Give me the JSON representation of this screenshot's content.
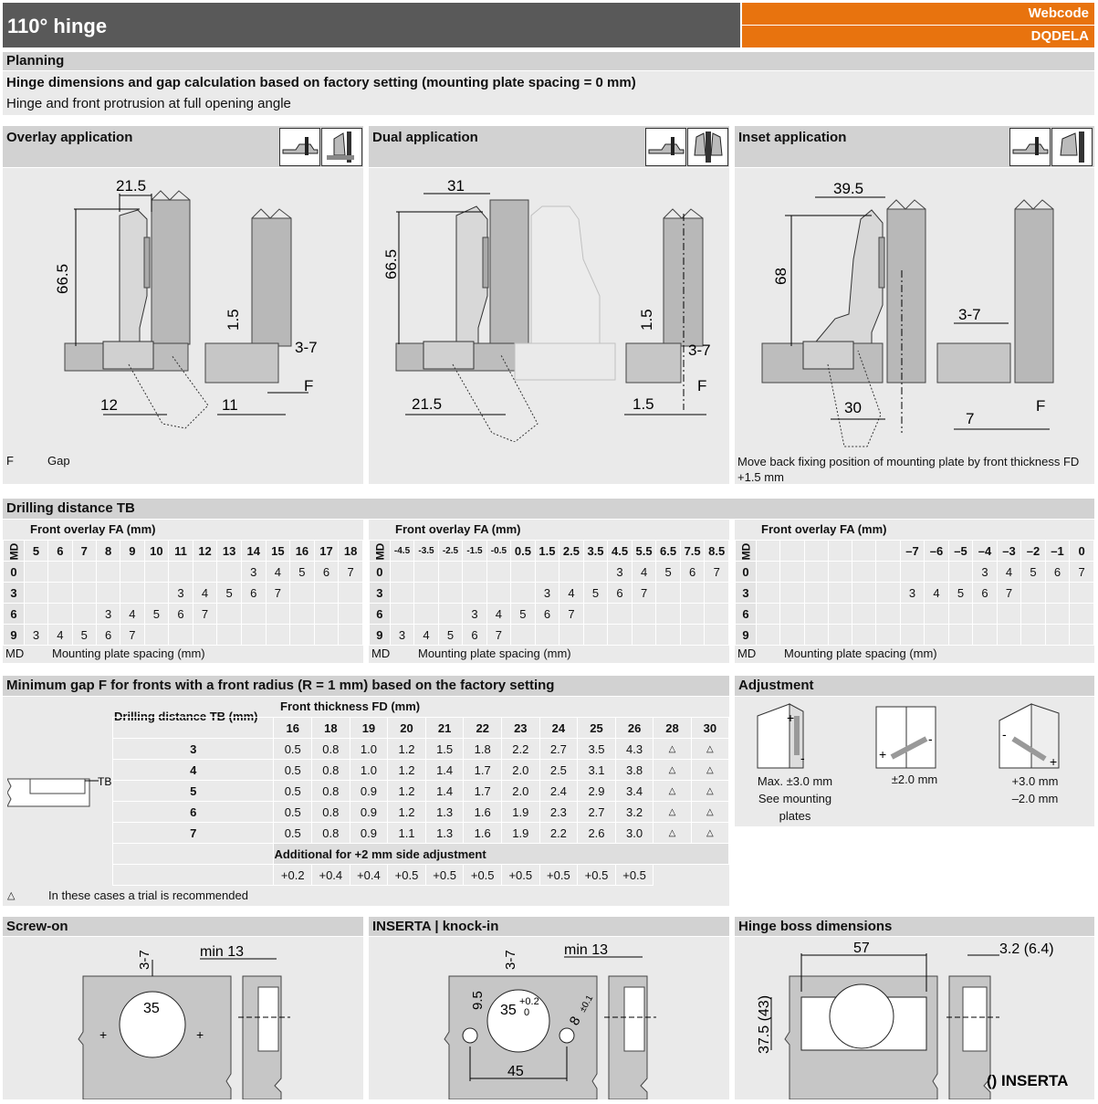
{
  "header": {
    "title": "110° hinge",
    "webcode_label": "Webcode",
    "webcode": "DQDELA"
  },
  "planning": {
    "title": "Planning",
    "subtitle": "Hinge dimensions and gap calculation based on factory setting (mounting plate spacing = 0 mm)",
    "note": "Hinge and front protrusion at full opening angle"
  },
  "applications": {
    "overlay": {
      "title": "Overlay application",
      "dims": {
        "w": "21.5",
        "h": "66.5",
        "d1": "1.5",
        "d2": "3-7",
        "f": "F",
        "a": "12",
        "b": "11"
      }
    },
    "dual": {
      "title": "Dual application",
      "dims": {
        "w": "31",
        "h": "66.5",
        "d1": "1.5",
        "d2": "3-7",
        "f": "F",
        "a": "21.5",
        "b": "1.5"
      }
    },
    "inset": {
      "title": "Inset application",
      "dims": {
        "w": "39.5",
        "h": "68",
        "d2": "3-7",
        "f": "F",
        "a": "30",
        "b": "7"
      }
    },
    "legend_key": "F",
    "legend_val": "Gap",
    "inset_note": "Move back fixing position of mounting plate by front thickness FD +1.5 mm"
  },
  "drilling": {
    "title": "Drilling distance TB",
    "fa_label": "Front overlay FA (mm)",
    "md_label": "MD",
    "md_desc": "Mounting plate spacing (mm)",
    "t1": {
      "cols": [
        "5",
        "6",
        "7",
        "8",
        "9",
        "10",
        "11",
        "12",
        "13",
        "14",
        "15",
        "16",
        "17",
        "18"
      ],
      "rows": [
        {
          "md": "0",
          "v": [
            "",
            "",
            "",
            "",
            "",
            "",
            "",
            "",
            "",
            "3",
            "4",
            "5",
            "6",
            "7"
          ]
        },
        {
          "md": "3",
          "v": [
            "",
            "",
            "",
            "",
            "",
            "",
            "3",
            "4",
            "5",
            "6",
            "7",
            "",
            "",
            ""
          ]
        },
        {
          "md": "6",
          "v": [
            "",
            "",
            "",
            "3",
            "4",
            "5",
            "6",
            "7",
            "",
            "",
            "",
            "",
            "",
            ""
          ]
        },
        {
          "md": "9",
          "v": [
            "3",
            "4",
            "5",
            "6",
            "7",
            "",
            "",
            "",
            "",
            "",
            "",
            "",
            "",
            ""
          ]
        }
      ]
    },
    "t2": {
      "cols": [
        "-4.5",
        "-3.5",
        "-2.5",
        "-1.5",
        "-0.5",
        "0.5",
        "1.5",
        "2.5",
        "3.5",
        "4.5",
        "5.5",
        "6.5",
        "7.5",
        "8.5"
      ],
      "rows": [
        {
          "md": "0",
          "v": [
            "",
            "",
            "",
            "",
            "",
            "",
            "",
            "",
            "",
            "3",
            "4",
            "5",
            "6",
            "7"
          ]
        },
        {
          "md": "3",
          "v": [
            "",
            "",
            "",
            "",
            "",
            "",
            "3",
            "4",
            "5",
            "6",
            "7",
            "",
            "",
            ""
          ]
        },
        {
          "md": "6",
          "v": [
            "",
            "",
            "",
            "3",
            "4",
            "5",
            "6",
            "7",
            "",
            "",
            "",
            "",
            "",
            ""
          ]
        },
        {
          "md": "9",
          "v": [
            "3",
            "4",
            "5",
            "6",
            "7",
            "",
            "",
            "",
            "",
            "",
            "",
            "",
            "",
            ""
          ]
        }
      ]
    },
    "t3": {
      "cols": [
        "",
        "",
        "",
        "",
        "",
        "",
        "–7",
        "–6",
        "–5",
        "–4",
        "–3",
        "–2",
        "–1",
        "0"
      ],
      "rows": [
        {
          "md": "0",
          "v": [
            "",
            "",
            "",
            "",
            "",
            "",
            "",
            "",
            "",
            "3",
            "4",
            "5",
            "6",
            "7"
          ]
        },
        {
          "md": "3",
          "v": [
            "",
            "",
            "",
            "",
            "",
            "",
            "3",
            "4",
            "5",
            "6",
            "7",
            "",
            "",
            ""
          ]
        },
        {
          "md": "6",
          "v": [
            "",
            "",
            "",
            "",
            "",
            "",
            "",
            "",
            "",
            "",
            "",
            "",
            "",
            ""
          ]
        },
        {
          "md": "9",
          "v": [
            "",
            "",
            "",
            "",
            "",
            "",
            "",
            "",
            "",
            "",
            "",
            "",
            "",
            ""
          ]
        }
      ]
    }
  },
  "gap": {
    "title": "Minimum gap F for fronts with a front radius (R = 1 mm) based on the factory setting",
    "tb_label": "Drilling distance TB (mm)",
    "fd_label": "Front thickness FD (mm)",
    "fd": [
      "16",
      "18",
      "19",
      "20",
      "21",
      "22",
      "23",
      "24",
      "25",
      "26",
      "28",
      "30"
    ],
    "rows": [
      {
        "tb": "3",
        "v": [
          "0.5",
          "0.8",
          "1.0",
          "1.2",
          "1.5",
          "1.8",
          "2.2",
          "2.7",
          "3.5",
          "4.3",
          "△",
          "△"
        ]
      },
      {
        "tb": "4",
        "v": [
          "0.5",
          "0.8",
          "1.0",
          "1.2",
          "1.4",
          "1.7",
          "2.0",
          "2.5",
          "3.1",
          "3.8",
          "△",
          "△"
        ]
      },
      {
        "tb": "5",
        "v": [
          "0.5",
          "0.8",
          "0.9",
          "1.2",
          "1.4",
          "1.7",
          "2.0",
          "2.4",
          "2.9",
          "3.4",
          "△",
          "△"
        ]
      },
      {
        "tb": "6",
        "v": [
          "0.5",
          "0.8",
          "0.9",
          "1.2",
          "1.3",
          "1.6",
          "1.9",
          "2.3",
          "2.7",
          "3.2",
          "△",
          "△"
        ]
      },
      {
        "tb": "7",
        "v": [
          "0.5",
          "0.8",
          "0.9",
          "1.1",
          "1.3",
          "1.6",
          "1.9",
          "2.2",
          "2.6",
          "3.0",
          "△",
          "△"
        ]
      }
    ],
    "add_label": "Additional for +2 mm side adjustment",
    "add": [
      "+0.2",
      "+0.4",
      "+0.4",
      "+0.5",
      "+0.5",
      "+0.5",
      "+0.5",
      "+0.5",
      "+0.5",
      "+0.5"
    ],
    "tb_tag": "TB",
    "note_sym": "△",
    "note": "In these cases a trial is recommended"
  },
  "adjustment": {
    "title": "Adjustment",
    "items": [
      {
        "l1": "Max. ±3.0 mm",
        "l2": "See mounting",
        "l3": "plates"
      },
      {
        "l1": "±2.0 mm",
        "l2": "",
        "l3": ""
      },
      {
        "l1": "+3.0 mm",
        "l2": "–2.0 mm",
        "l3": ""
      }
    ]
  },
  "screw_on": {
    "title": "Screw-on",
    "d": "35",
    "edge": "3-7",
    "min": "min 13"
  },
  "inserta": {
    "title": "INSERTA | knock-in",
    "d": "35",
    "sup": "+0.2",
    "sub": "0",
    "edge": "3-7",
    "min": "min 13",
    "off": "9.5",
    "hole": "8",
    "hole_tol": "±0.1",
    "span": "45"
  },
  "boss": {
    "title": "Hinge boss dimensions",
    "w": "57",
    "depth": "3.2 (6.4)",
    "h": "37.5 (43)",
    "legend": "() INSERTA"
  }
}
